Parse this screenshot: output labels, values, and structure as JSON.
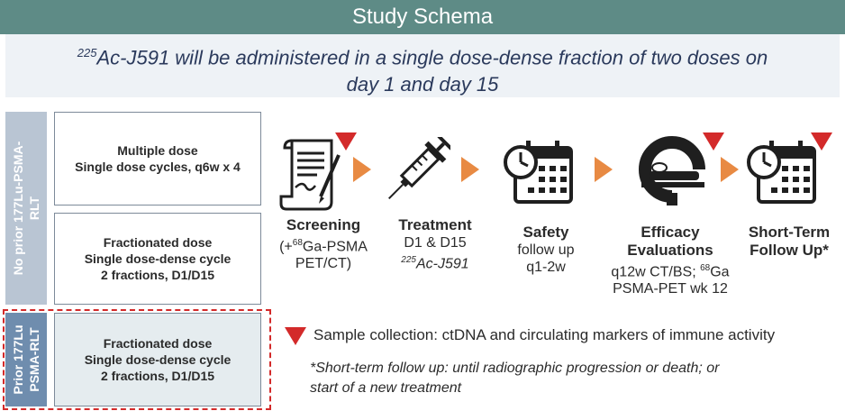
{
  "header": {
    "title": "Study Schema"
  },
  "subtitle": {
    "sup": "225",
    "text": "Ac-J591 will be administered in a single dose-dense fraction of two doses on",
    "line2": "day 1 and day 15"
  },
  "side_labels": {
    "group1": "No prior 177Lu-PSMA-RLT",
    "group2": "Prior 177Lu PSMA-RLT"
  },
  "arms": [
    {
      "line1": "Multiple dose",
      "line2": "Single dose cycles, q6w x 4",
      "line3": ""
    },
    {
      "line1": "Fractionated dose",
      "line2": "Single dose-dense cycle",
      "line3": "2 fractions, D1/D15"
    },
    {
      "line1": "Fractionated dose",
      "line2": "Single dose-dense cycle",
      "line3": "2 fractions, D1/D15"
    }
  ],
  "steps": {
    "screening": {
      "title": "Screening",
      "l1_pre": "(+",
      "l1_sup": "68",
      "l1_post": "Ga-PSMA",
      "l2": "PET/CT)"
    },
    "treatment": {
      "title": "Treatment",
      "l1": "D1 & D15",
      "l2_sup": "225",
      "l2": "Ac-J591"
    },
    "safety": {
      "title": "Safety",
      "l1": "follow up",
      "l2": "q1-2w"
    },
    "efficacy": {
      "title1": "Efficacy",
      "title2": "Evaluations",
      "l1_pre": "q12w CT/BS; ",
      "l1_sup": "68",
      "l1_post": "Ga",
      "l2": "PSMA-PET wk 12"
    },
    "shortterm": {
      "title1": "Short-Term",
      "title2": "Follow Up*"
    }
  },
  "legend": {
    "text": "Sample collection: ctDNA and circulating markers of immune activity"
  },
  "footnote": {
    "line1": "*Short-term follow up: until radiographic progression or death; or",
    "line2": "start of a new treatment"
  },
  "icons": [
    "document-icon",
    "syringe-icon",
    "calendar-clock-icon",
    "scanner-icon",
    "calendar-clock-icon"
  ],
  "colors": {
    "header": "#5e8b86",
    "arrow": "#e88a43",
    "marker": "#d32a2a",
    "side_light": "#b9c5d3",
    "side_dark": "#6f8dae"
  }
}
